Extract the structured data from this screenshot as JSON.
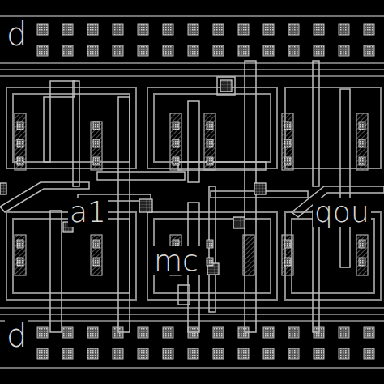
{
  "diagram": {
    "labels": [
      "d",
      "a1",
      "mc",
      "qou",
      "d"
    ]
  }
}
